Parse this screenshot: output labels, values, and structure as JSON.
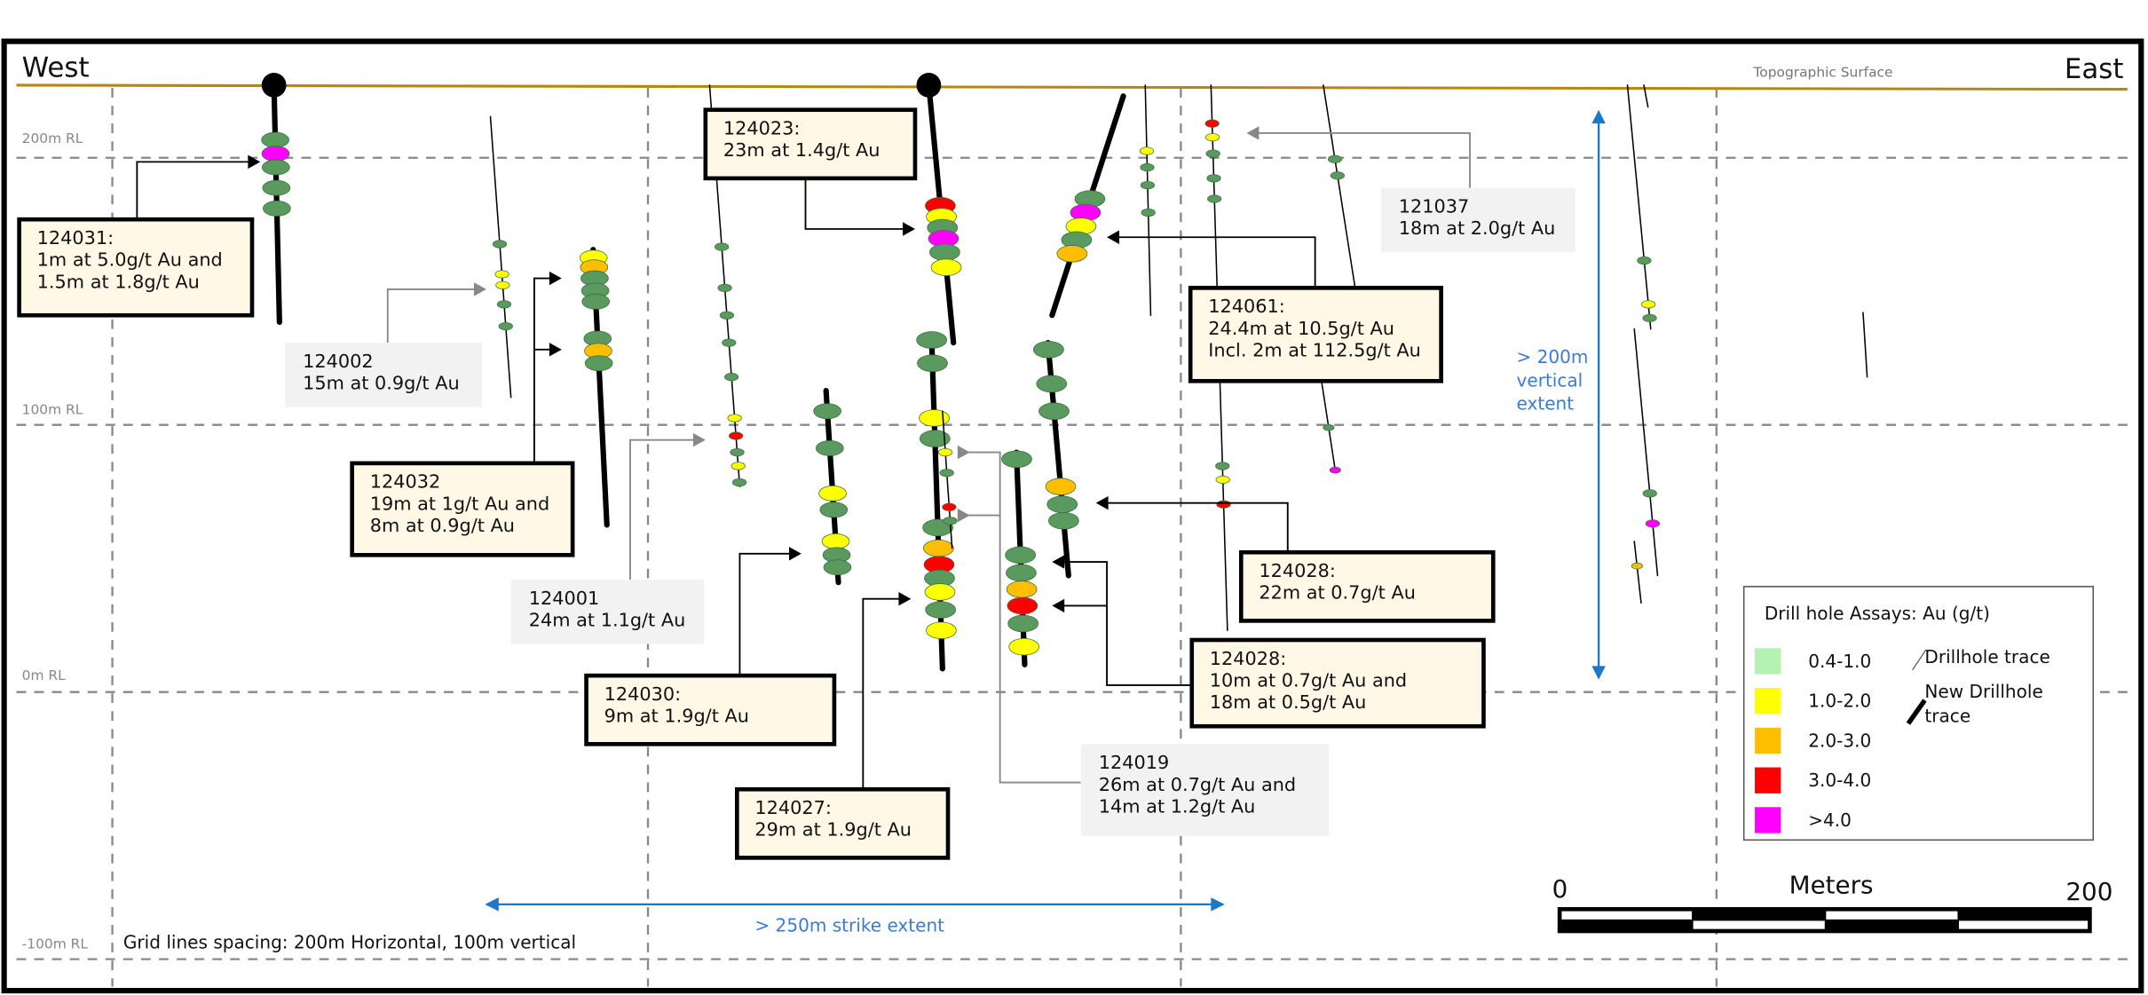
{
  "directions": {
    "west": "West",
    "east": "East"
  },
  "topographic_label": "Topographic Surface",
  "rl_labels": [
    "200m RL",
    "100m RL",
    "0m RL",
    "-100m RL"
  ],
  "callouts": [
    {
      "id": "124031",
      "lines": [
        "124031:",
        "1m at 5.0g/t Au and",
        "1.5m at 1.8g/t Au"
      ],
      "style": "new"
    },
    {
      "id": "124002",
      "lines": [
        "124002",
        "15m at 0.9g/t Au"
      ],
      "style": "old"
    },
    {
      "id": "124032",
      "lines": [
        "124032",
        "19m at 1g/t Au and",
        "8m at 0.9g/t Au"
      ],
      "style": "new"
    },
    {
      "id": "124001",
      "lines": [
        "124001",
        "24m at 1.1g/t Au"
      ],
      "style": "old"
    },
    {
      "id": "124023",
      "lines": [
        "124023:",
        "23m at 1.4g/t Au"
      ],
      "style": "new"
    },
    {
      "id": "124030",
      "lines": [
        "124030:",
        "9m at 1.9g/t Au"
      ],
      "style": "new"
    },
    {
      "id": "124027",
      "lines": [
        "124027:",
        "29m at 1.9g/t Au"
      ],
      "style": "new"
    },
    {
      "id": "124019",
      "lines": [
        "124019",
        "26m at 0.7g/t Au and",
        "14m at 1.2g/t Au"
      ],
      "style": "old"
    },
    {
      "id": "124061",
      "lines": [
        "124061:",
        "24.4m at 10.5g/t Au",
        "Incl. 2m at 112.5g/t Au"
      ],
      "style": "new"
    },
    {
      "id": "121037",
      "lines": [
        "121037",
        "18m at 2.0g/t Au"
      ],
      "style": "old"
    },
    {
      "id": "124028a",
      "lines": [
        "124028:",
        "22m at 0.7g/t Au"
      ],
      "style": "new"
    },
    {
      "id": "124028b",
      "lines": [
        "124028:",
        "10m at 0.7g/t Au and",
        "18m at 0.5g/t Au"
      ],
      "style": "new"
    }
  ],
  "vertical_extent": [
    "> 200m",
    "vertical",
    "extent"
  ],
  "strike_extent": "> 250m strike extent",
  "grid_note": "Grid lines spacing: 200m Horizontal, 100m vertical",
  "legend": {
    "title": "Drill hole Assays: Au (g/t)",
    "classes": [
      {
        "label": "0.4-1.0",
        "color": "#b3f2b3"
      },
      {
        "label": "1.0-2.0",
        "color": "#ffff00"
      },
      {
        "label": "2.0-3.0",
        "color": "#ffbf00"
      },
      {
        "label": "3.0-4.0",
        "color": "#ff0000"
      },
      {
        "label": ">4.0",
        "color": "#ff00ff"
      }
    ],
    "trace": "Drillhole trace",
    "new_trace": [
      "New Drillhole",
      "trace"
    ]
  },
  "scale": {
    "start": "0",
    "end": "200",
    "unit": "Meters"
  },
  "colors": {
    "topo": "#b8860b",
    "accent": "#1e78c8",
    "disc_green": "#5a9a5e",
    "callout_fill": "#fff8e6",
    "old_callout_fill": "#f2f2f2"
  }
}
